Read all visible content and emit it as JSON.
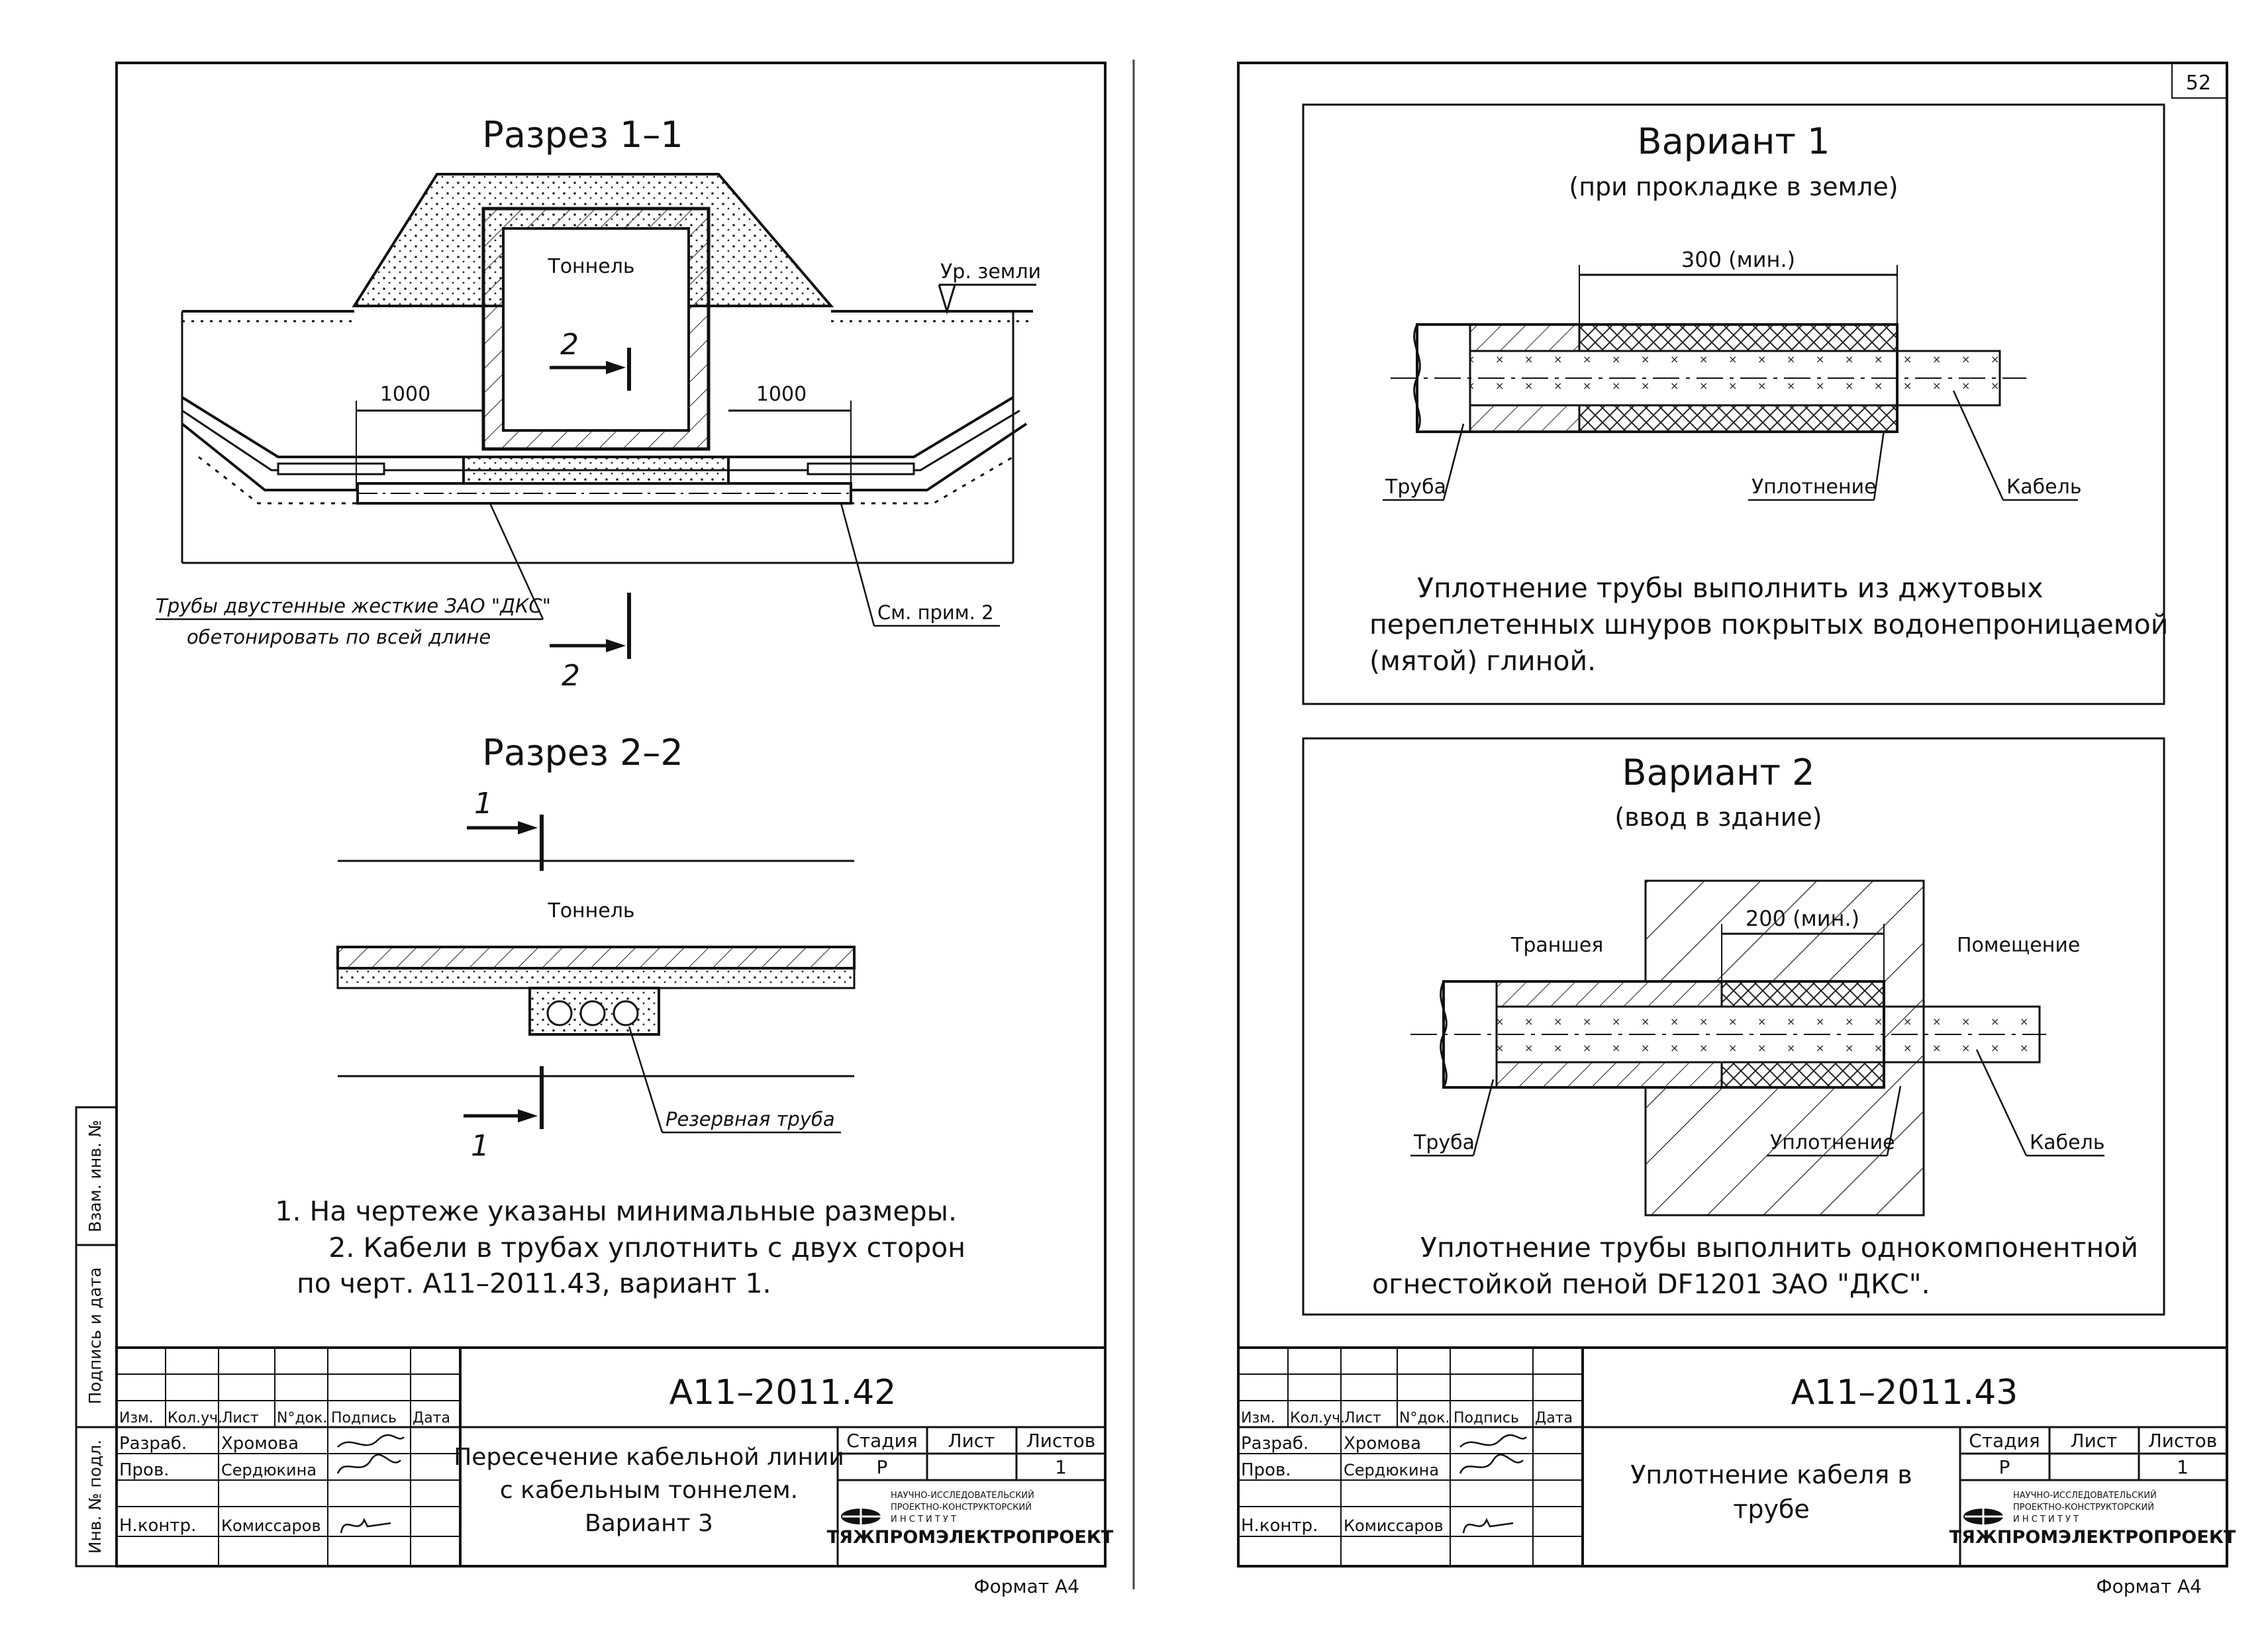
{
  "left_sheet": {
    "section1": {
      "title": "Разрез 1–1",
      "tunnel": "Тоннель",
      "ground_level": "Ур. земли",
      "dim_left": "1000",
      "dim_right": "1000",
      "marker": "2",
      "pipe_note_line1": "Трубы двустенные жесткие ЗАО \"ДКС\"",
      "pipe_note_line2": "обетонировать по всей длине",
      "see_note": "См. прим. 2"
    },
    "section2": {
      "title": "Разрез 2–2",
      "tunnel": "Тоннель",
      "marker": "1",
      "reserve_pipe": "Резервная труба"
    },
    "notes": [
      "1. На чертеже указаны минимальные размеры.",
      "2. Кабели в трубах уплотнить с двух сторон",
      "по черт. А11–2011.43, вариант 1."
    ],
    "title_block": {
      "code": "А11–2011.42",
      "title_lines": [
        "Пересечение кабельной линии",
        "с кабельным тоннелем.",
        "Вариант 3"
      ],
      "stage_value": "Р",
      "sheets_value": "1",
      "format": "Формат А4"
    }
  },
  "right_sheet": {
    "page_number": "52",
    "variant1": {
      "title": "Вариант 1",
      "subtitle": "(при прокладке в земле)",
      "dim": "300 (мин.)",
      "pipe": "Труба",
      "seal": "Уплотнение",
      "cable": "Кабель",
      "text_lines": [
        "Уплотнение трубы выполнить из джутовых",
        "переплетенных шнуров покрытых водонепроницаемой",
        "(мятой) глиной."
      ]
    },
    "variant2": {
      "title": "Вариант 2",
      "subtitle": "(ввод в здание)",
      "dim": "200 (мин.)",
      "trench": "Траншея",
      "room": "Помещение",
      "pipe": "Труба",
      "seal": "Уплотнение",
      "cable": "Кабель",
      "text_lines": [
        "Уплотнение трубы выполнить однокомпонентной",
        "огнестойкой пеной DF1201 ЗАО \"ДКС\"."
      ]
    },
    "title_block": {
      "code": "А11–2011.43",
      "title_lines": [
        "Уплотнение кабеля в",
        "трубе"
      ],
      "stage_value": "Р",
      "sheets_value": "1",
      "format": "Формат А4"
    }
  },
  "stamp_common": {
    "side_labels": [
      "Взам. инв. №",
      "Подпись и дата",
      "Инв. № подл."
    ],
    "headers": [
      "Изм.",
      "Кол.уч.",
      "Лист",
      "N°док.",
      "Подпись",
      "Дата"
    ],
    "roles": [
      "Разраб.",
      "Пров.",
      "Н.контр."
    ],
    "names": [
      "Хромова",
      "Сердюкина",
      "Комиссаров"
    ],
    "stage_headers": [
      "Стадия",
      "Лист",
      "Листов"
    ],
    "org_small_1": "НАУЧНО-ИССЛЕДОВАТЕЛЬСКИЙ",
    "org_small_2": "ПРОЕКТНО-КОНСТРУКТОРСКИЙ",
    "org_small_3": "И Н С Т И Т У Т",
    "org_name": "ТЯЖПРОМЭЛЕКТРОПРОЕКТ"
  }
}
